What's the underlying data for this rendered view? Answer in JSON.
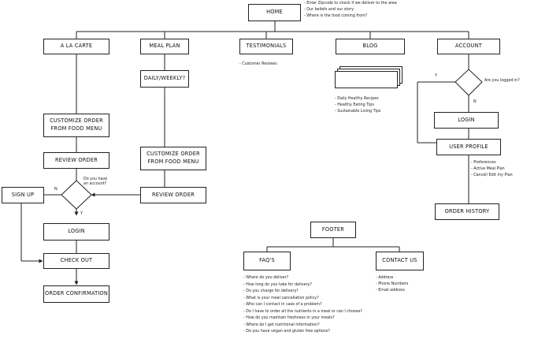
{
  "home": {
    "label": "HOME",
    "notes": [
      "- Enter Zipcode to check if we deliver to the area",
      "- Our beliefs and our story",
      "- Where is the food coming from?"
    ]
  },
  "sections": {
    "a_la_carte": "A LA CARTE",
    "meal_plan": "MEAL PLAN",
    "testimonials": "TESTIMONIALS",
    "blog": "BLOG",
    "account": "ACCOUNT"
  },
  "testimonials_notes": [
    "- Customer Reviews"
  ],
  "blog_notes": [
    "- Daily Healthy Recipes",
    "- Healthy Eating Tips",
    "- Sustainable Living Tips"
  ],
  "a_la_carte_flow": {
    "customize": [
      "CUSTOMIZE ORDER",
      "FROM FOOD MENU"
    ],
    "review": "REVIEW ORDER",
    "decision": [
      "Do you have",
      "an account?"
    ],
    "sign_up": "SIGN UP",
    "login": "LOGIN",
    "checkout": "CHECK OUT",
    "confirmation": "ORDER CONFIRMATION",
    "no_label": "N",
    "yes_label": "Y"
  },
  "meal_plan_flow": {
    "frequency": "DAILY/WEEKLY?",
    "customize": [
      "CUSTOMIZE ORDER",
      "FROM FOOD MENU"
    ],
    "review": "REVIEW ORDER"
  },
  "account_flow": {
    "decision": "Are you logged in?",
    "yes_label": "Y",
    "no_label": "N",
    "login": "LOGIN",
    "profile": "USER PROFILE",
    "profile_notes": [
      "- Preferences",
      "- Active Meal Plan",
      "- Cancel/ Edit my Plan"
    ],
    "history": "ORDER HISTORY"
  },
  "footer": {
    "label": "FOOTER",
    "faqs": "FAQ'S",
    "contact": "CONTACT US",
    "faq_notes": [
      "- Where do you deliver?",
      "- How long do you take for delivery?",
      "- Do you charge for delivery?",
      "- What is your meal cancellation policy?",
      "- Who can I contact in case of a problem?",
      "- Do I have to order all the nutrients in a meal or can I choose?",
      "- How do you maintain freshness in your meals?",
      "- Where do I get nutritional information?",
      "- Do you have vegan and gluten free options?"
    ],
    "contact_notes": [
      "- Address",
      "- Phone Numbers",
      "- Email address"
    ]
  }
}
